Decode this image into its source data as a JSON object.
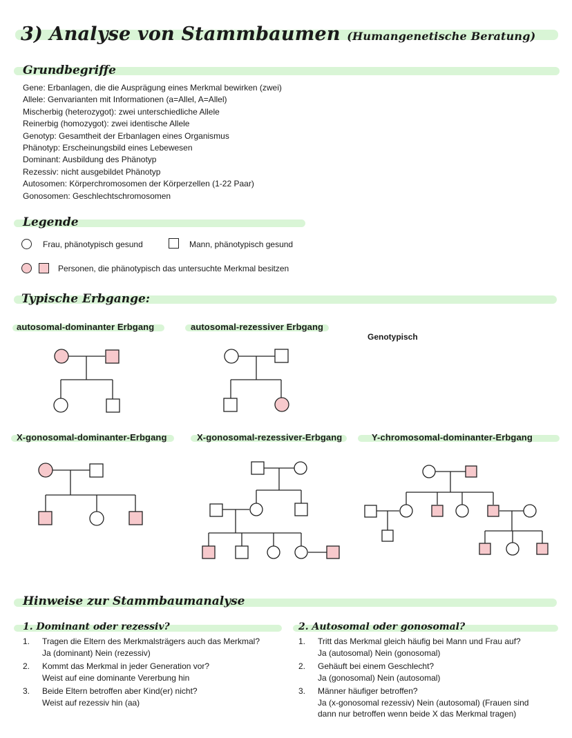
{
  "title": {
    "main": "3) Analyse von Stammbaumen",
    "sub": "(Humangenetische Beratung)"
  },
  "grundbegriffe": {
    "heading": "Grundbegriffe",
    "items": [
      "Gene: Erbanlagen, die die Ausprägung eines Merkmal bewirken (zwei)",
      "Allele: Genvarianten mit Informationen (a=Allel, A=Allel)",
      "Mischerbig (heterozygot): zwei unterschiedliche Allele",
      "Reinerbig (homozygot): zwei identische Allele",
      "Genotyp: Gesamtheit der Erbanlagen eines Organismus",
      "Phänotyp: Erscheinungsbild eines Lebewesen",
      "Dominant: Ausbildung des Phänotyp",
      "Rezessiv: nicht ausgebildet Phänotyp",
      "Autosomen: Körperchromosomen der Körperzellen (1-22 Paar)",
      "Gonosomen: Geschlechtschromosomen"
    ]
  },
  "legende": {
    "heading": "Legende",
    "female_healthy": "Frau, phänotypisch gesund",
    "male_healthy": "Mann, phänotypisch gesund",
    "affected": "Personen, die phänotypisch das untersuchte Merkmal besitzen",
    "affected_color": "#f7c9cc"
  },
  "erbgaenge": {
    "heading": "Typische Erbgange:",
    "genotypisch": "Genotypisch",
    "pedigrees": [
      "autosomal-dominanter Erbgang",
      "autosomal-rezessiver Erbgang",
      "X-gonosomal-dominanter-Erbgang",
      "X-gonosomal-rezessiver-Erbgang",
      "Y-chromosomal-dominanter-Erbgang"
    ]
  },
  "hinweise": {
    "heading": "Hinweise zur Stammbaumanalyse",
    "left": {
      "heading": "1. Dominant oder rezessiv?",
      "items": [
        {
          "num": "1.",
          "q": "Tragen die Eltern des Merkmalsträgers auch das Merkmal?",
          "a": "Ja (dominant) Nein (rezessiv)"
        },
        {
          "num": "2.",
          "q": "Kommt das Merkmal in jeder Generation vor?",
          "a": "Weist auf eine dominante Vererbung hin"
        },
        {
          "num": "3.",
          "q": "Beide Eltern betroffen aber Kind(er) nicht?",
          "a": "Weist auf rezessiv hin (aa)"
        }
      ]
    },
    "right": {
      "heading": "2. Autosomal oder gonosomal?",
      "items": [
        {
          "num": "1.",
          "q": "Tritt das Merkmal gleich häufig bei Mann und Frau auf?",
          "a": "Ja (autosomal) Nein (gonosomal)"
        },
        {
          "num": "2.",
          "q": "Gehäuft bei einem Geschlecht?",
          "a": "Ja (gonosomal) Nein (autosomal)"
        },
        {
          "num": "3.",
          "q": "Männer häufiger betroffen?",
          "a": "Ja (x-gonosomal rezessiv) Nein (autosomal) (Frauen sind",
          "a2": "dann nur betroffen wenn beide X das Merkmal tragen)"
        }
      ]
    }
  },
  "colors": {
    "highlight": "#d9f5d6",
    "affected": "#f7c9cc",
    "line": "#222222"
  }
}
